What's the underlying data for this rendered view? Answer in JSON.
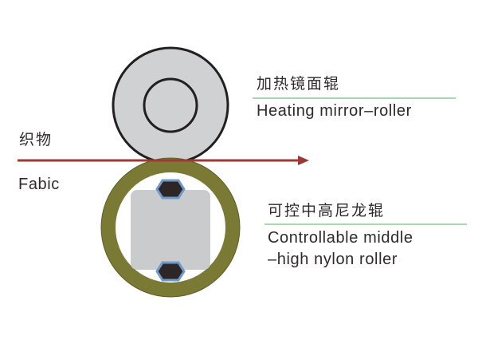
{
  "fabric": {
    "label_cn": "织物",
    "label_en": "Fabic",
    "arrow_color": "#9c3a34"
  },
  "top_roller": {
    "label_cn": "加热镜面辊",
    "label_en": "Heating mirror–roller",
    "fill_color": "#cfd1d2",
    "stroke_color": "#231f20"
  },
  "bottom_roller": {
    "label_cn": "可控中高尼龙辊",
    "label_en_line1": "Controllable middle",
    "label_en_line2": "–high nylon roller",
    "ring_color": "#7a7a35",
    "core_color": "#c9cbcc",
    "hex_color": "#2d2526",
    "hex_outline_color": "#6e9bc9"
  },
  "divider_color": "#a8d8b2"
}
